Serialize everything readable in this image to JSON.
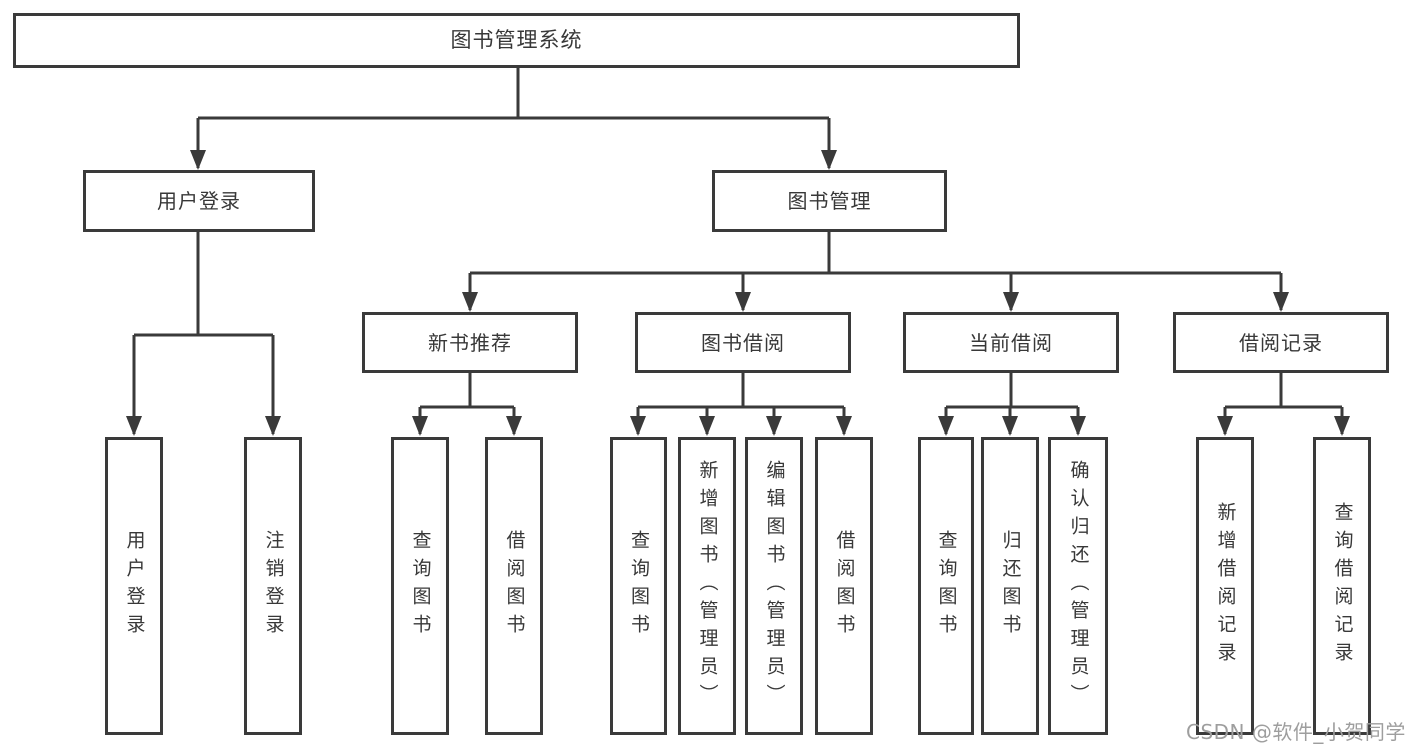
{
  "tree": {
    "root": {
      "label": "图书管理系统",
      "children": [
        {
          "label": "用户登录",
          "children": [
            {
              "label": "用户登录"
            },
            {
              "label": "注销登录"
            }
          ]
        },
        {
          "label": "图书管理",
          "children": [
            {
              "label": "新书推荐",
              "children": [
                {
                  "label": "查询图书"
                },
                {
                  "label": "借阅图书"
                }
              ]
            },
            {
              "label": "图书借阅",
              "children": [
                {
                  "label": "查询图书"
                },
                {
                  "label": "新增图书（管理员）"
                },
                {
                  "label": "编辑图书（管理员）"
                },
                {
                  "label": "借阅图书"
                }
              ]
            },
            {
              "label": "当前借阅",
              "children": [
                {
                  "label": "查询图书"
                },
                {
                  "label": "归还图书"
                },
                {
                  "label": "确认归还（管理员）"
                }
              ]
            },
            {
              "label": "借阅记录",
              "children": [
                {
                  "label": "新增借阅记录"
                },
                {
                  "label": "查询借阅记录"
                }
              ]
            }
          ]
        }
      ]
    }
  },
  "watermark": {
    "text": "CSDN @软件_小贺同学"
  },
  "colors": {
    "line": "#3a3a3a",
    "box_border": "#3a3a3a",
    "text": "#383838",
    "background": "#ffffff",
    "watermark": "#9e9e9e"
  }
}
